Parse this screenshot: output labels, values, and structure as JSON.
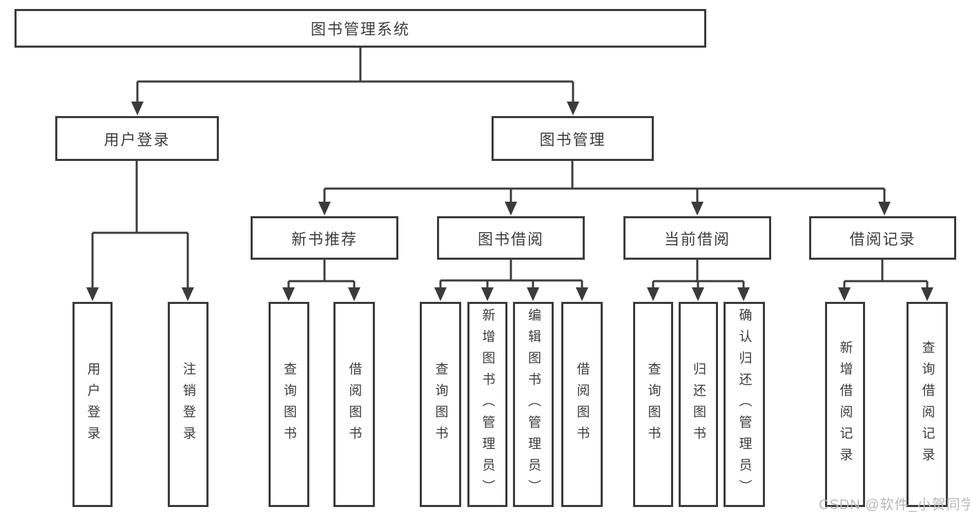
{
  "tree": {
    "root": {
      "label": "图书管理系统",
      "children": [
        {
          "label": "用户登录",
          "children": [
            {
              "label": "用户登录"
            },
            {
              "label": "注销登录"
            }
          ]
        },
        {
          "label": "图书管理",
          "children": [
            {
              "label": "新书推荐",
              "children": [
                {
                  "label": "查询图书"
                },
                {
                  "label": "借阅图书"
                }
              ]
            },
            {
              "label": "图书借阅",
              "children": [
                {
                  "label": "查询图书"
                },
                {
                  "label": "新增图书（管理员）"
                },
                {
                  "label": "编辑图书（管理员）"
                },
                {
                  "label": "借阅图书"
                }
              ]
            },
            {
              "label": "当前借阅",
              "children": [
                {
                  "label": "查询图书"
                },
                {
                  "label": "归还图书"
                },
                {
                  "label": "确认归还（管理员）"
                }
              ]
            },
            {
              "label": "借阅记录",
              "children": [
                {
                  "label": "新增借阅记录"
                },
                {
                  "label": "查询借阅记录"
                }
              ]
            }
          ]
        }
      ]
    }
  },
  "watermark": {
    "text": "CSDN @软件_小贺同学"
  },
  "colors": {
    "line": "#3b3b3b",
    "text": "#3d3d3d",
    "watermark": "#b9b9b9",
    "background": "#ffffff"
  }
}
